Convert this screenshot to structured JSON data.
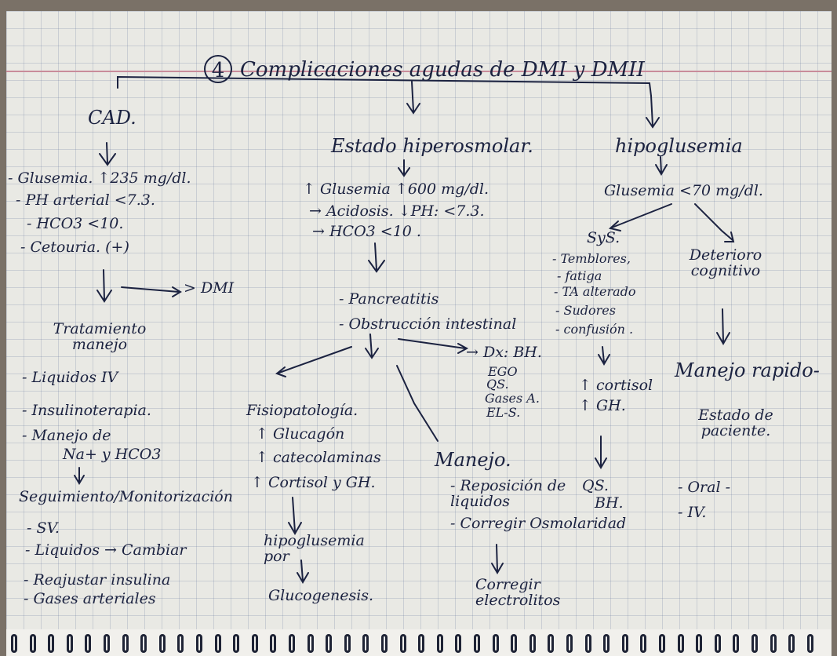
{
  "title": {
    "number": "4",
    "text": "Complicaciones agudas de DMI y DMII"
  },
  "cad": {
    "heading": "CAD.",
    "criteria": [
      "- Glusemia.  ↑235 mg/dl.",
      "- PH arterial   <7.3.",
      "- HCO3      <10.",
      "- Cetouria.   (+)"
    ],
    "arrow_note": "> DMI",
    "tratamiento": "Tratamiento manejo",
    "treatment_items": [
      "- Liquidos IV",
      "- Insulinoterapia.",
      "- Manejo de",
      "Na+ y HCO3"
    ],
    "seguimiento": "Seguimiento/Monitorización",
    "seguimiento_items": [
      "- SV.",
      "- Liquidos → Cambiar",
      "- Reajustar insulina",
      "- Gases arteriales"
    ]
  },
  "hiperosmolar": {
    "heading": "Estado hiperosmolar.",
    "criteria": [
      "↑ Glusemia   ↑600 mg/dl.",
      "→ Acidosis.   ↓PH: <7.3.",
      "→ HCO3   <10 ."
    ],
    "causes": [
      "- Pancreatitis",
      "- Obstrucción intestinal"
    ],
    "dx": [
      "→ Dx: BH.",
      "EGO",
      "QS.",
      "Gases A.",
      "EL-S."
    ],
    "fisiopatologia": [
      "Fisiopatología.",
      "↑ Glucagón",
      "↑ catecolaminas",
      "↑ Cortisol y GH."
    ],
    "hipoglusemia_por": "hipoglusemia por",
    "glucogenesis": "Glucogenesis.",
    "manejo": "Manejo.",
    "manejo_items": [
      "- Reposición de liquidos",
      "- Corregir Osmolaridad"
    ],
    "corregir": "Corregir electrolitos"
  },
  "hipoglusemia": {
    "heading": "hipoglusemia",
    "criteria": "Glusemia <70 mg/dl.",
    "sys_heading": "SyS.",
    "sys_items": [
      "- Temblores,",
      "- fatiga",
      "- TA alterado",
      "- Sudores",
      "- confusión ."
    ],
    "hormones": [
      "↑ cortisol",
      "↑ GH."
    ],
    "labs": [
      "QS.",
      "BH."
    ],
    "deterioro": "Deterioro cognitivo",
    "manejo": "Manejo rapido-",
    "estado": "Estado de paciente.",
    "routes": [
      "- Oral -",
      "- IV."
    ]
  },
  "colors": {
    "ink": "#1b2240",
    "paper": "#e9e9e4",
    "grid": "#8a9ab8",
    "margin": "#c98c9b"
  }
}
